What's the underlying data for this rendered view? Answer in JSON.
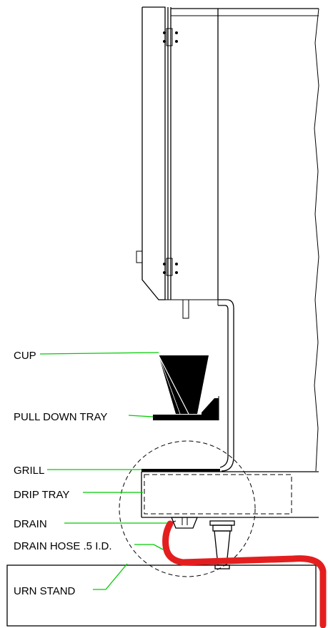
{
  "labels": {
    "cup": "CUP",
    "pull_down_tray": "PULL DOWN TRAY",
    "grill": "GRILL",
    "drip_tray": "DRIP TRAY",
    "drain": "DRAIN",
    "drain_hose": "DRAIN HOSE .5 I.D.",
    "urn_stand": "URN STAND"
  },
  "colors": {
    "leader": "#00cc00",
    "hose": "#e41e1e",
    "line": "#000000"
  }
}
